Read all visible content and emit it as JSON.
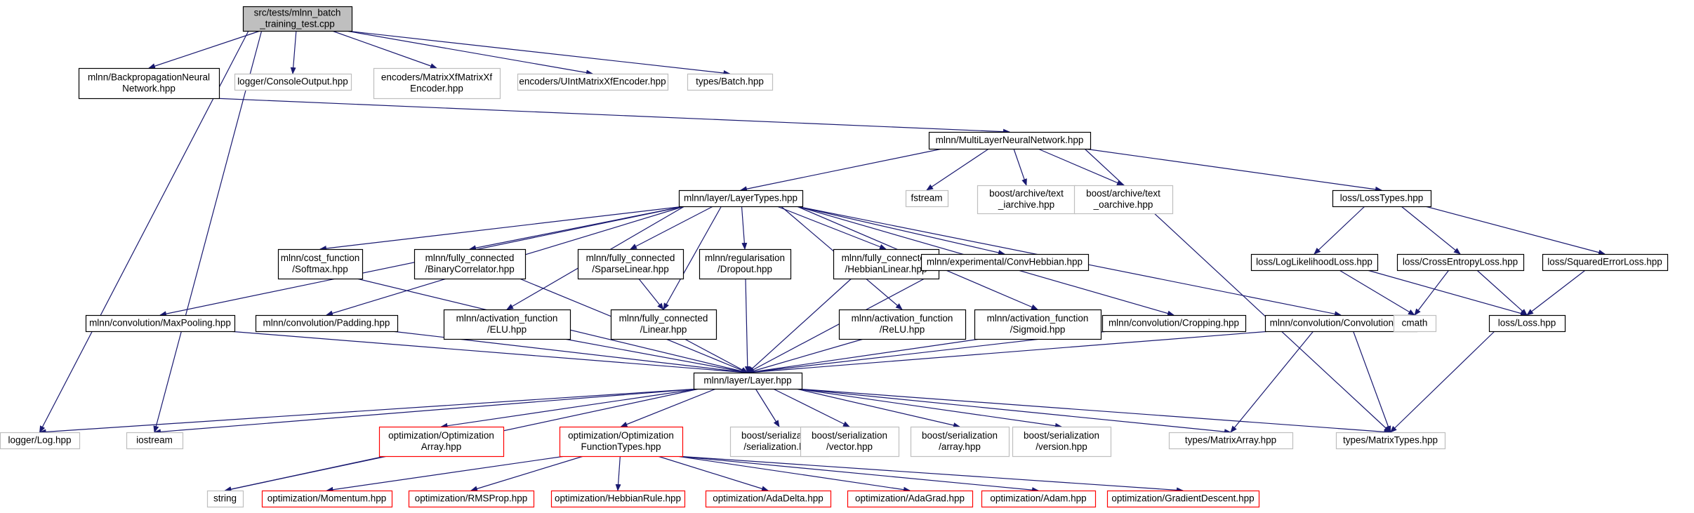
{
  "diagram": {
    "type": "dependency-graph",
    "colors": {
      "background": "#ffffff",
      "edge": "#191970",
      "root_fill": "#bfbfbf",
      "documented_border": "#000000",
      "undocumented_border": "#bfbfbf",
      "truncated_border": "#ff0000",
      "text": "#000000"
    },
    "nodes": [
      {
        "id": "root",
        "lines": [
          "src/tests/mlnn_batch",
          "_training_test.cpp"
        ],
        "kind": "root"
      },
      {
        "id": "bpnn",
        "lines": [
          "mlnn/BackpropagationNeural",
          "Network.hpp"
        ],
        "kind": "documented"
      },
      {
        "id": "console",
        "lines": [
          "logger/ConsoleOutput.hpp"
        ],
        "kind": "undocumented"
      },
      {
        "id": "mxenc",
        "lines": [
          "encoders/MatrixXfMatrixXf",
          "Encoder.hpp"
        ],
        "kind": "undocumented"
      },
      {
        "id": "uintenc",
        "lines": [
          "encoders/UIntMatrixXfEncoder.hpp"
        ],
        "kind": "undocumented"
      },
      {
        "id": "batch",
        "lines": [
          "types/Batch.hpp"
        ],
        "kind": "undocumented"
      },
      {
        "id": "mlnet",
        "lines": [
          "mlnn/MultiLayerNeuralNetwork.hpp"
        ],
        "kind": "documented"
      },
      {
        "id": "layertypes",
        "lines": [
          "mlnn/layer/LayerTypes.hpp"
        ],
        "kind": "documented"
      },
      {
        "id": "fstream",
        "lines": [
          "fstream"
        ],
        "kind": "undocumented"
      },
      {
        "id": "tiarchive",
        "lines": [
          "boost/archive/text",
          "_iarchive.hpp"
        ],
        "kind": "undocumented"
      },
      {
        "id": "toarchive",
        "lines": [
          "boost/archive/text",
          "_oarchive.hpp"
        ],
        "kind": "undocumented"
      },
      {
        "id": "losstypes",
        "lines": [
          "loss/LossTypes.hpp"
        ],
        "kind": "documented"
      },
      {
        "id": "softmax",
        "lines": [
          "mlnn/cost_function",
          "/Softmax.hpp"
        ],
        "kind": "documented"
      },
      {
        "id": "bincorr",
        "lines": [
          "mlnn/fully_connected",
          "/BinaryCorrelator.hpp"
        ],
        "kind": "documented"
      },
      {
        "id": "sparse",
        "lines": [
          "mlnn/fully_connected",
          "/SparseLinear.hpp"
        ],
        "kind": "documented"
      },
      {
        "id": "dropout",
        "lines": [
          "mlnn/regularisation",
          "/Dropout.hpp"
        ],
        "kind": "documented"
      },
      {
        "id": "hebblin",
        "lines": [
          "mlnn/fully_connected",
          "/HebbianLinear.hpp"
        ],
        "kind": "documented"
      },
      {
        "id": "convhebb",
        "lines": [
          "mlnn/experimental/ConvHebbian.hpp"
        ],
        "kind": "documented"
      },
      {
        "id": "loglik",
        "lines": [
          "loss/LogLikelihoodLoss.hpp"
        ],
        "kind": "documented"
      },
      {
        "id": "crossent",
        "lines": [
          "loss/CrossEntropyLoss.hpp"
        ],
        "kind": "documented"
      },
      {
        "id": "sqerr",
        "lines": [
          "loss/SquaredErrorLoss.hpp"
        ],
        "kind": "documented"
      },
      {
        "id": "maxpool",
        "lines": [
          "mlnn/convolution/MaxPooling.hpp"
        ],
        "kind": "documented"
      },
      {
        "id": "padding",
        "lines": [
          "mlnn/convolution/Padding.hpp"
        ],
        "kind": "documented"
      },
      {
        "id": "elu",
        "lines": [
          "mlnn/activation_function",
          "/ELU.hpp"
        ],
        "kind": "documented"
      },
      {
        "id": "linear",
        "lines": [
          "mlnn/fully_connected",
          "/Linear.hpp"
        ],
        "kind": "documented"
      },
      {
        "id": "relu",
        "lines": [
          "mlnn/activation_function",
          "/ReLU.hpp"
        ],
        "kind": "documented"
      },
      {
        "id": "sigmoid",
        "lines": [
          "mlnn/activation_function",
          "/Sigmoid.hpp"
        ],
        "kind": "documented"
      },
      {
        "id": "cropping",
        "lines": [
          "mlnn/convolution/Cropping.hpp"
        ],
        "kind": "documented"
      },
      {
        "id": "convolution",
        "lines": [
          "mlnn/convolution/Convolution.hpp"
        ],
        "kind": "documented"
      },
      {
        "id": "cmath",
        "lines": [
          "cmath"
        ],
        "kind": "undocumented"
      },
      {
        "id": "loss",
        "lines": [
          "loss/Loss.hpp"
        ],
        "kind": "documented"
      },
      {
        "id": "layer",
        "lines": [
          "mlnn/layer/Layer.hpp"
        ],
        "kind": "documented"
      },
      {
        "id": "log",
        "lines": [
          "logger/Log.hpp"
        ],
        "kind": "undocumented"
      },
      {
        "id": "iostream",
        "lines": [
          "iostream"
        ],
        "kind": "undocumented"
      },
      {
        "id": "optarray",
        "lines": [
          "optimization/Optimization",
          "Array.hpp"
        ],
        "kind": "truncated"
      },
      {
        "id": "optfunc",
        "lines": [
          "optimization/Optimization",
          "FunctionTypes.hpp"
        ],
        "kind": "truncated"
      },
      {
        "id": "bserial",
        "lines": [
          "boost/serialization",
          "/serialization.hpp"
        ],
        "kind": "undocumented"
      },
      {
        "id": "bvector",
        "lines": [
          "boost/serialization",
          "/vector.hpp"
        ],
        "kind": "undocumented"
      },
      {
        "id": "barray",
        "lines": [
          "boost/serialization",
          "/array.hpp"
        ],
        "kind": "undocumented"
      },
      {
        "id": "bversion",
        "lines": [
          "boost/serialization",
          "/version.hpp"
        ],
        "kind": "undocumented"
      },
      {
        "id": "matarray",
        "lines": [
          "types/MatrixArray.hpp"
        ],
        "kind": "undocumented"
      },
      {
        "id": "mattypes",
        "lines": [
          "types/MatrixTypes.hpp"
        ],
        "kind": "undocumented"
      },
      {
        "id": "string",
        "lines": [
          "string"
        ],
        "kind": "undocumented"
      },
      {
        "id": "momentum",
        "lines": [
          "optimization/Momentum.hpp"
        ],
        "kind": "truncated"
      },
      {
        "id": "rmsprop",
        "lines": [
          "optimization/RMSProp.hpp"
        ],
        "kind": "truncated"
      },
      {
        "id": "hebbrule",
        "lines": [
          "optimization/HebbianRule.hpp"
        ],
        "kind": "truncated"
      },
      {
        "id": "adadelta",
        "lines": [
          "optimization/AdaDelta.hpp"
        ],
        "kind": "truncated"
      },
      {
        "id": "adagrad",
        "lines": [
          "optimization/AdaGrad.hpp"
        ],
        "kind": "truncated"
      },
      {
        "id": "adam",
        "lines": [
          "optimization/Adam.hpp"
        ],
        "kind": "truncated"
      },
      {
        "id": "graddesc",
        "lines": [
          "optimization/GradientDescent.hpp"
        ],
        "kind": "truncated"
      }
    ],
    "edges": [
      [
        "root",
        "bpnn"
      ],
      [
        "root",
        "console"
      ],
      [
        "root",
        "mxenc"
      ],
      [
        "root",
        "uintenc"
      ],
      [
        "root",
        "batch"
      ],
      [
        "root",
        "log"
      ],
      [
        "root",
        "iostream"
      ],
      [
        "bpnn",
        "mlnet"
      ],
      [
        "mlnet",
        "layertypes"
      ],
      [
        "mlnet",
        "fstream"
      ],
      [
        "mlnet",
        "tiarchive"
      ],
      [
        "mlnet",
        "toarchive"
      ],
      [
        "mlnet",
        "losstypes"
      ],
      [
        "mlnet",
        "mattypes"
      ],
      [
        "layertypes",
        "softmax"
      ],
      [
        "layertypes",
        "bincorr"
      ],
      [
        "layertypes",
        "sparse"
      ],
      [
        "layertypes",
        "dropout"
      ],
      [
        "layertypes",
        "hebblin"
      ],
      [
        "layertypes",
        "convhebb"
      ],
      [
        "layertypes",
        "maxpool"
      ],
      [
        "layertypes",
        "padding"
      ],
      [
        "layertypes",
        "elu"
      ],
      [
        "layertypes",
        "linear"
      ],
      [
        "layertypes",
        "relu"
      ],
      [
        "layertypes",
        "sigmoid"
      ],
      [
        "layertypes",
        "cropping"
      ],
      [
        "layertypes",
        "convolution"
      ],
      [
        "losstypes",
        "loglik"
      ],
      [
        "losstypes",
        "crossent"
      ],
      [
        "losstypes",
        "sqerr"
      ],
      [
        "loglik",
        "cmath"
      ],
      [
        "loglik",
        "loss"
      ],
      [
        "crossent",
        "cmath"
      ],
      [
        "crossent",
        "loss"
      ],
      [
        "sqerr",
        "loss"
      ],
      [
        "sparse",
        "linear"
      ],
      [
        "softmax",
        "layer"
      ],
      [
        "bincorr",
        "layer"
      ],
      [
        "dropout",
        "layer"
      ],
      [
        "hebblin",
        "layer"
      ],
      [
        "convhebb",
        "layer"
      ],
      [
        "maxpool",
        "layer"
      ],
      [
        "padding",
        "layer"
      ],
      [
        "elu",
        "layer"
      ],
      [
        "linear",
        "layer"
      ],
      [
        "relu",
        "layer"
      ],
      [
        "sigmoid",
        "layer"
      ],
      [
        "cropping",
        "layer"
      ],
      [
        "convolution",
        "layer"
      ],
      [
        "convolution",
        "matarray"
      ],
      [
        "convolution",
        "mattypes"
      ],
      [
        "loss",
        "mattypes"
      ],
      [
        "layer",
        "log"
      ],
      [
        "layer",
        "iostream"
      ],
      [
        "layer",
        "optarray"
      ],
      [
        "layer",
        "optfunc"
      ],
      [
        "layer",
        "bserial"
      ],
      [
        "layer",
        "bvector"
      ],
      [
        "layer",
        "barray"
      ],
      [
        "layer",
        "bversion"
      ],
      [
        "layer",
        "matarray"
      ],
      [
        "layer",
        "mattypes"
      ],
      [
        "layer",
        "string"
      ],
      [
        "optarray",
        "string"
      ],
      [
        "optfunc",
        "momentum"
      ],
      [
        "optfunc",
        "rmsprop"
      ],
      [
        "optfunc",
        "hebbrule"
      ],
      [
        "optfunc",
        "adadelta"
      ],
      [
        "optfunc",
        "adagrad"
      ],
      [
        "optfunc",
        "adam"
      ],
      [
        "optfunc",
        "graddesc"
      ]
    ]
  }
}
